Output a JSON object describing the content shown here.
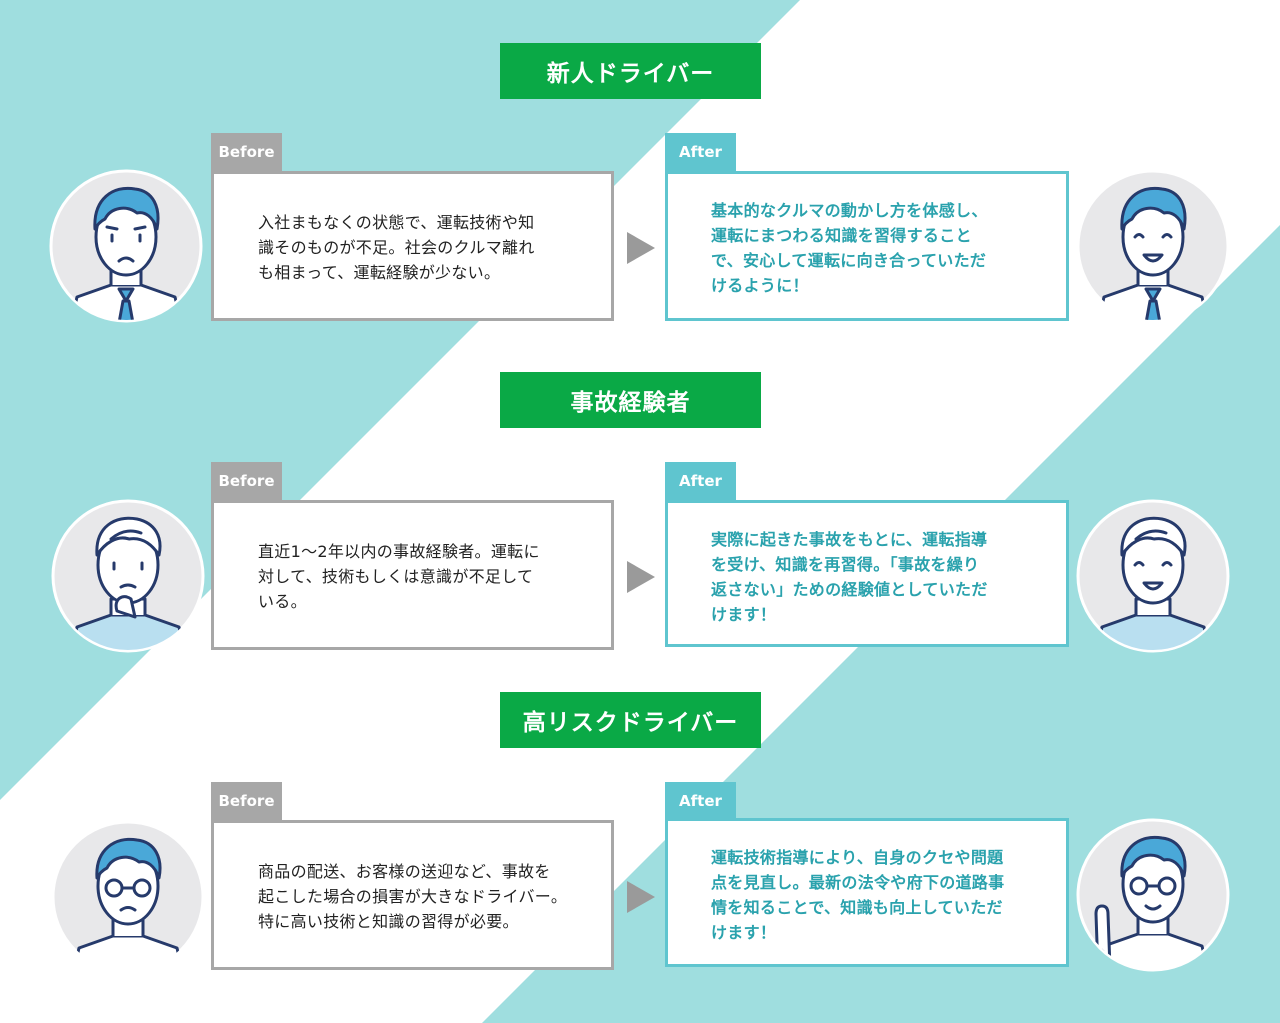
{
  "colors": {
    "accent_teal": "#9fdedf",
    "header_green": "#0aa946",
    "before_gray": "#a7a7a7",
    "after_teal": "#5fc5cf",
    "after_text": "#2aa2ad",
    "hair_blue": "#4aa8d8",
    "outline_navy": "#263a6b"
  },
  "sections": [
    {
      "title": "新人ドライバー",
      "before_tag": "Before",
      "after_tag": "After",
      "before_lines": [
        "入社まもなくの状態で、運転技術や知",
        "識そのものが不足。社会のクルマ離れ",
        "も相まって、運転経験が少ない。"
      ],
      "after_lines": [
        "基本的なクルマの動かし方を体感し、",
        "運転にまつわる知識を習得すること",
        "で、安心して運転に向き合っていただ",
        "けるように！"
      ],
      "before_avatar_icon": "worried-young-man-icon",
      "after_avatar_icon": "smiling-young-man-icon"
    },
    {
      "title": "事故経験者",
      "before_tag": "Before",
      "after_tag": "After",
      "before_lines": [
        "直近1〜2年以内の事故経験者。運転に",
        "対して、技術もしくは意識が不足して",
        "いる。"
      ],
      "after_lines": [
        "実際に起きた事故をもとに、運転指導",
        "を受け、知識を再習得。「事故を繰り",
        "返さない」ための経験値としていただ",
        "けます！"
      ],
      "before_avatar_icon": "thinking-man-icon",
      "after_avatar_icon": "smiling-man-icon"
    },
    {
      "title": "高リスクドライバー",
      "before_tag": "Before",
      "after_tag": "After",
      "before_lines": [
        "商品の配送、お客様の送迎など、事故を",
        "起こした場合の損害が大きなドライバー。",
        "特に高い技術と知識の習得が必要。"
      ],
      "after_lines": [
        "運転技術指導により、自身のクセや問題",
        "点を見直し。最新の法令や府下の道路事",
        "情を知ることで、知識も向上していただ",
        "けます！"
      ],
      "before_avatar_icon": "worried-man-with-glasses-icon",
      "after_avatar_icon": "confident-man-with-glasses-icon"
    }
  ]
}
